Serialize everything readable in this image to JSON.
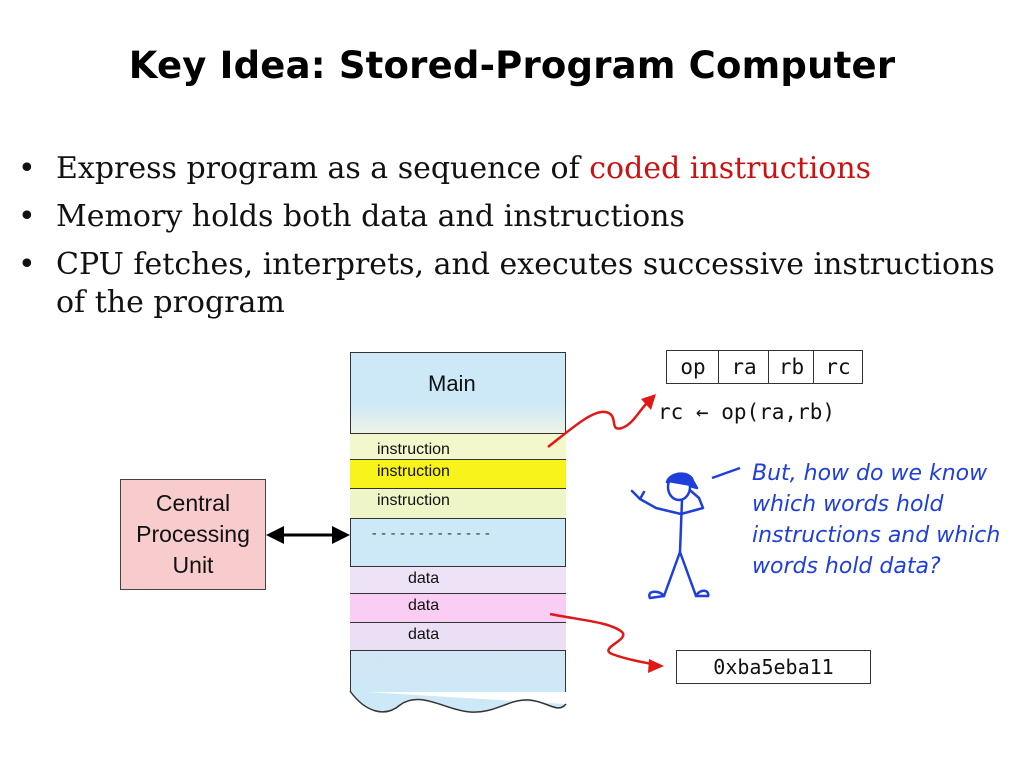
{
  "slide": {
    "title": "Key Idea: Stored-Program Computer"
  },
  "bullets": {
    "b1_prefix": "Express program as a sequence of ",
    "b1_highlight": "coded instructions",
    "b2": "Memory holds both data and instructions",
    "b3": "CPU fetches, interprets, and executes successive instructions of the program",
    "bullet_symbol": "•"
  },
  "diagram": {
    "memory_label": "Main",
    "memory_rows": [
      {
        "label": "instruction",
        "color": "#f3f8cc"
      },
      {
        "label": "instruction",
        "color": "#f8f31a"
      },
      {
        "label": "instruction",
        "color": "#eef6c8"
      },
      {
        "label": "data",
        "color": "#eee3f6"
      },
      {
        "label": "data",
        "color": "#f9cdf4"
      },
      {
        "label": "data",
        "color": "#eadff4"
      }
    ],
    "separator": "-------------",
    "cpu_label": "Central Processing Unit",
    "instruction_format": [
      "op",
      "ra",
      "rb",
      "rc"
    ],
    "instruction_expression": "rc ← op(ra,rb)",
    "question": "But, how do we know which words hold instructions and which words hold data?",
    "data_value": "0xba5eba11"
  },
  "colors": {
    "highlight": "#cc1111",
    "arrow": "#e01818",
    "stick_figure": "#1f3fd8",
    "cpu_fill": "#f8cccc",
    "memory_fill": "#cde8f7"
  }
}
